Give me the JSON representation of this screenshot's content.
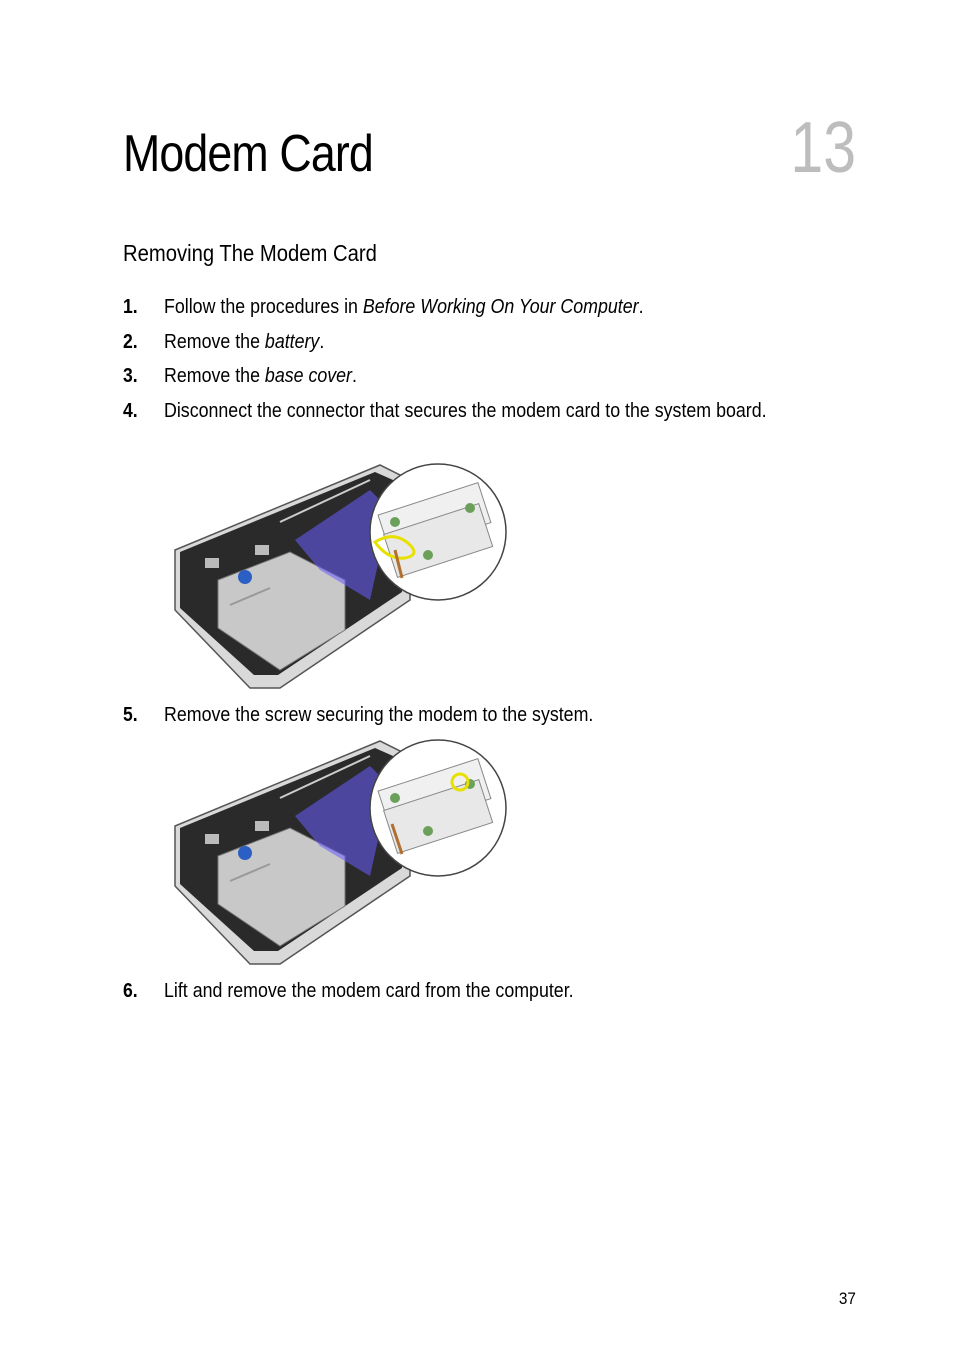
{
  "chapter": {
    "title": "Modem Card",
    "number": "13"
  },
  "section": {
    "heading": "Removing The Modem Card"
  },
  "steps": [
    {
      "num": "1.",
      "text_before": "Follow the procedures in ",
      "link": "Before Working On Your Computer",
      "text_after": "."
    },
    {
      "num": "2.",
      "text_before": "Remove the ",
      "link": "battery",
      "text_after": "."
    },
    {
      "num": "3.",
      "text_before": "Remove the ",
      "link": "base cover",
      "text_after": "."
    },
    {
      "num": "4.",
      "text": "Disconnect the connector that secures the modem card to the system board."
    },
    {
      "num": "5.",
      "text": "Remove the screw securing the modem to the system."
    },
    {
      "num": "6.",
      "text": "Lift and remove the modem card from the computer."
    }
  ],
  "page_number": "37",
  "colors": {
    "chapter_number": "#bdbdbd",
    "laptop_dark": "#2a2a2a",
    "laptop_silver": "#c8c8c8",
    "highlight_purple": "#6a5cff",
    "highlight_yellow": "#e8e000",
    "card_green": "#6aa05a"
  }
}
